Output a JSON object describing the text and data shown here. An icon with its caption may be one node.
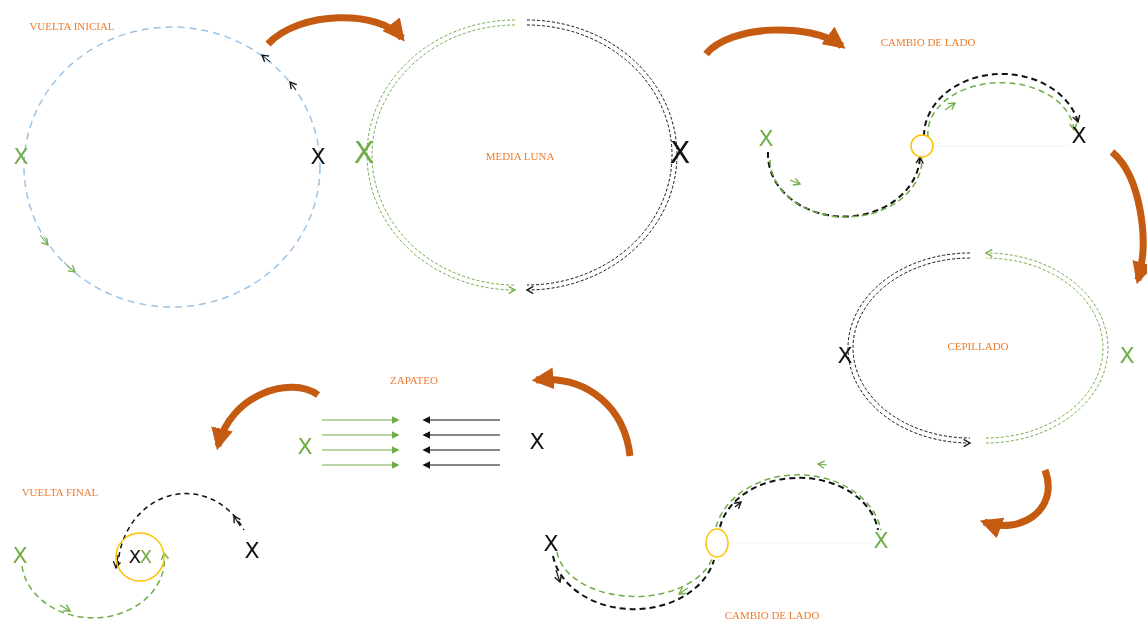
{
  "diagram": {
    "labels": [
      "VUELTA INICIAL",
      "CAMBIO DE LADO",
      "X",
      "X",
      "X",
      "MEDIA LUNA",
      "X",
      "X",
      "X",
      "CEPILLADO",
      "X",
      "X",
      "ZAPATEO",
      "X",
      "X",
      "VUELTA FINAL",
      "X",
      "X",
      "X",
      "X",
      "X",
      "X",
      "CAMBIO DE LADO"
    ]
  }
}
